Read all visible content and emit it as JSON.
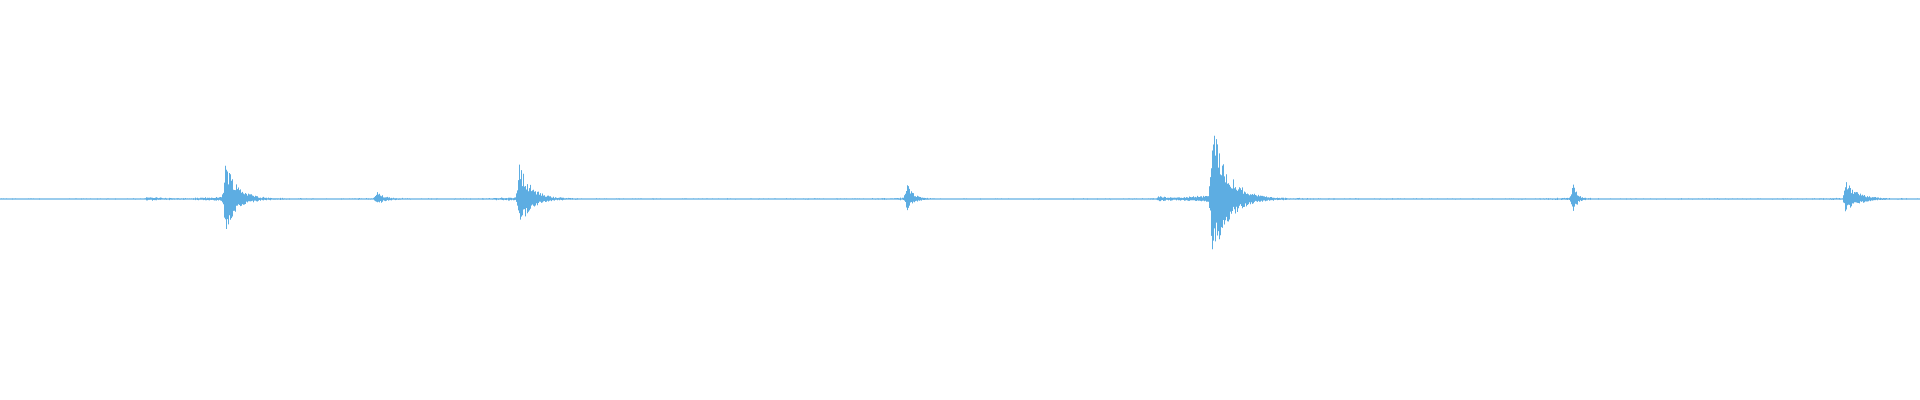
{
  "waveform": {
    "color": "#5dade2",
    "background": "#ffffff",
    "duration": 1.0,
    "baseline_noise": 0.012,
    "events": [
      {
        "t": 0.0765,
        "amp": 0.02,
        "decay": 0.01
      },
      {
        "t": 0.117,
        "amp": 0.52,
        "decay": 0.006
      },
      {
        "t": 0.196,
        "amp": 0.09,
        "decay": 0.004
      },
      {
        "t": 0.27,
        "amp": 0.47,
        "decay": 0.006
      },
      {
        "t": 0.472,
        "amp": 0.21,
        "decay": 0.003
      },
      {
        "t": 0.603,
        "amp": 0.03,
        "decay": 0.01
      },
      {
        "t": 0.631,
        "amp": 1.0,
        "decay": 0.008
      },
      {
        "t": 0.819,
        "amp": 0.24,
        "decay": 0.002
      },
      {
        "t": 0.961,
        "amp": 0.23,
        "decay": 0.006
      }
    ]
  }
}
